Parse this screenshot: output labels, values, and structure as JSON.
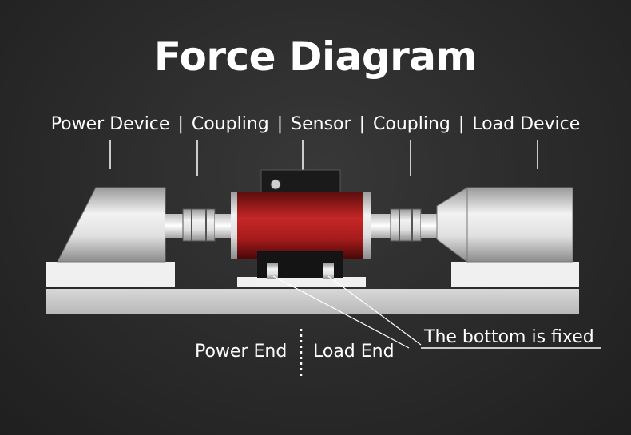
{
  "title": "Force Diagram",
  "components": {
    "power_device": "Power Device",
    "coupling_left": "Coupling",
    "sensor": "Sensor",
    "coupling_right": "Coupling",
    "load_device": "Load Device",
    "separator": "|"
  },
  "annotations": {
    "power_end": "Power End",
    "load_end": "Load End",
    "bottom_fixed": "The bottom is fixed"
  },
  "colors": {
    "background": "#2a2a2a",
    "sensor_body": "#b01e1e",
    "metal": "#d8d8d8",
    "base": "#c8c8c8",
    "text": "#ffffff"
  }
}
